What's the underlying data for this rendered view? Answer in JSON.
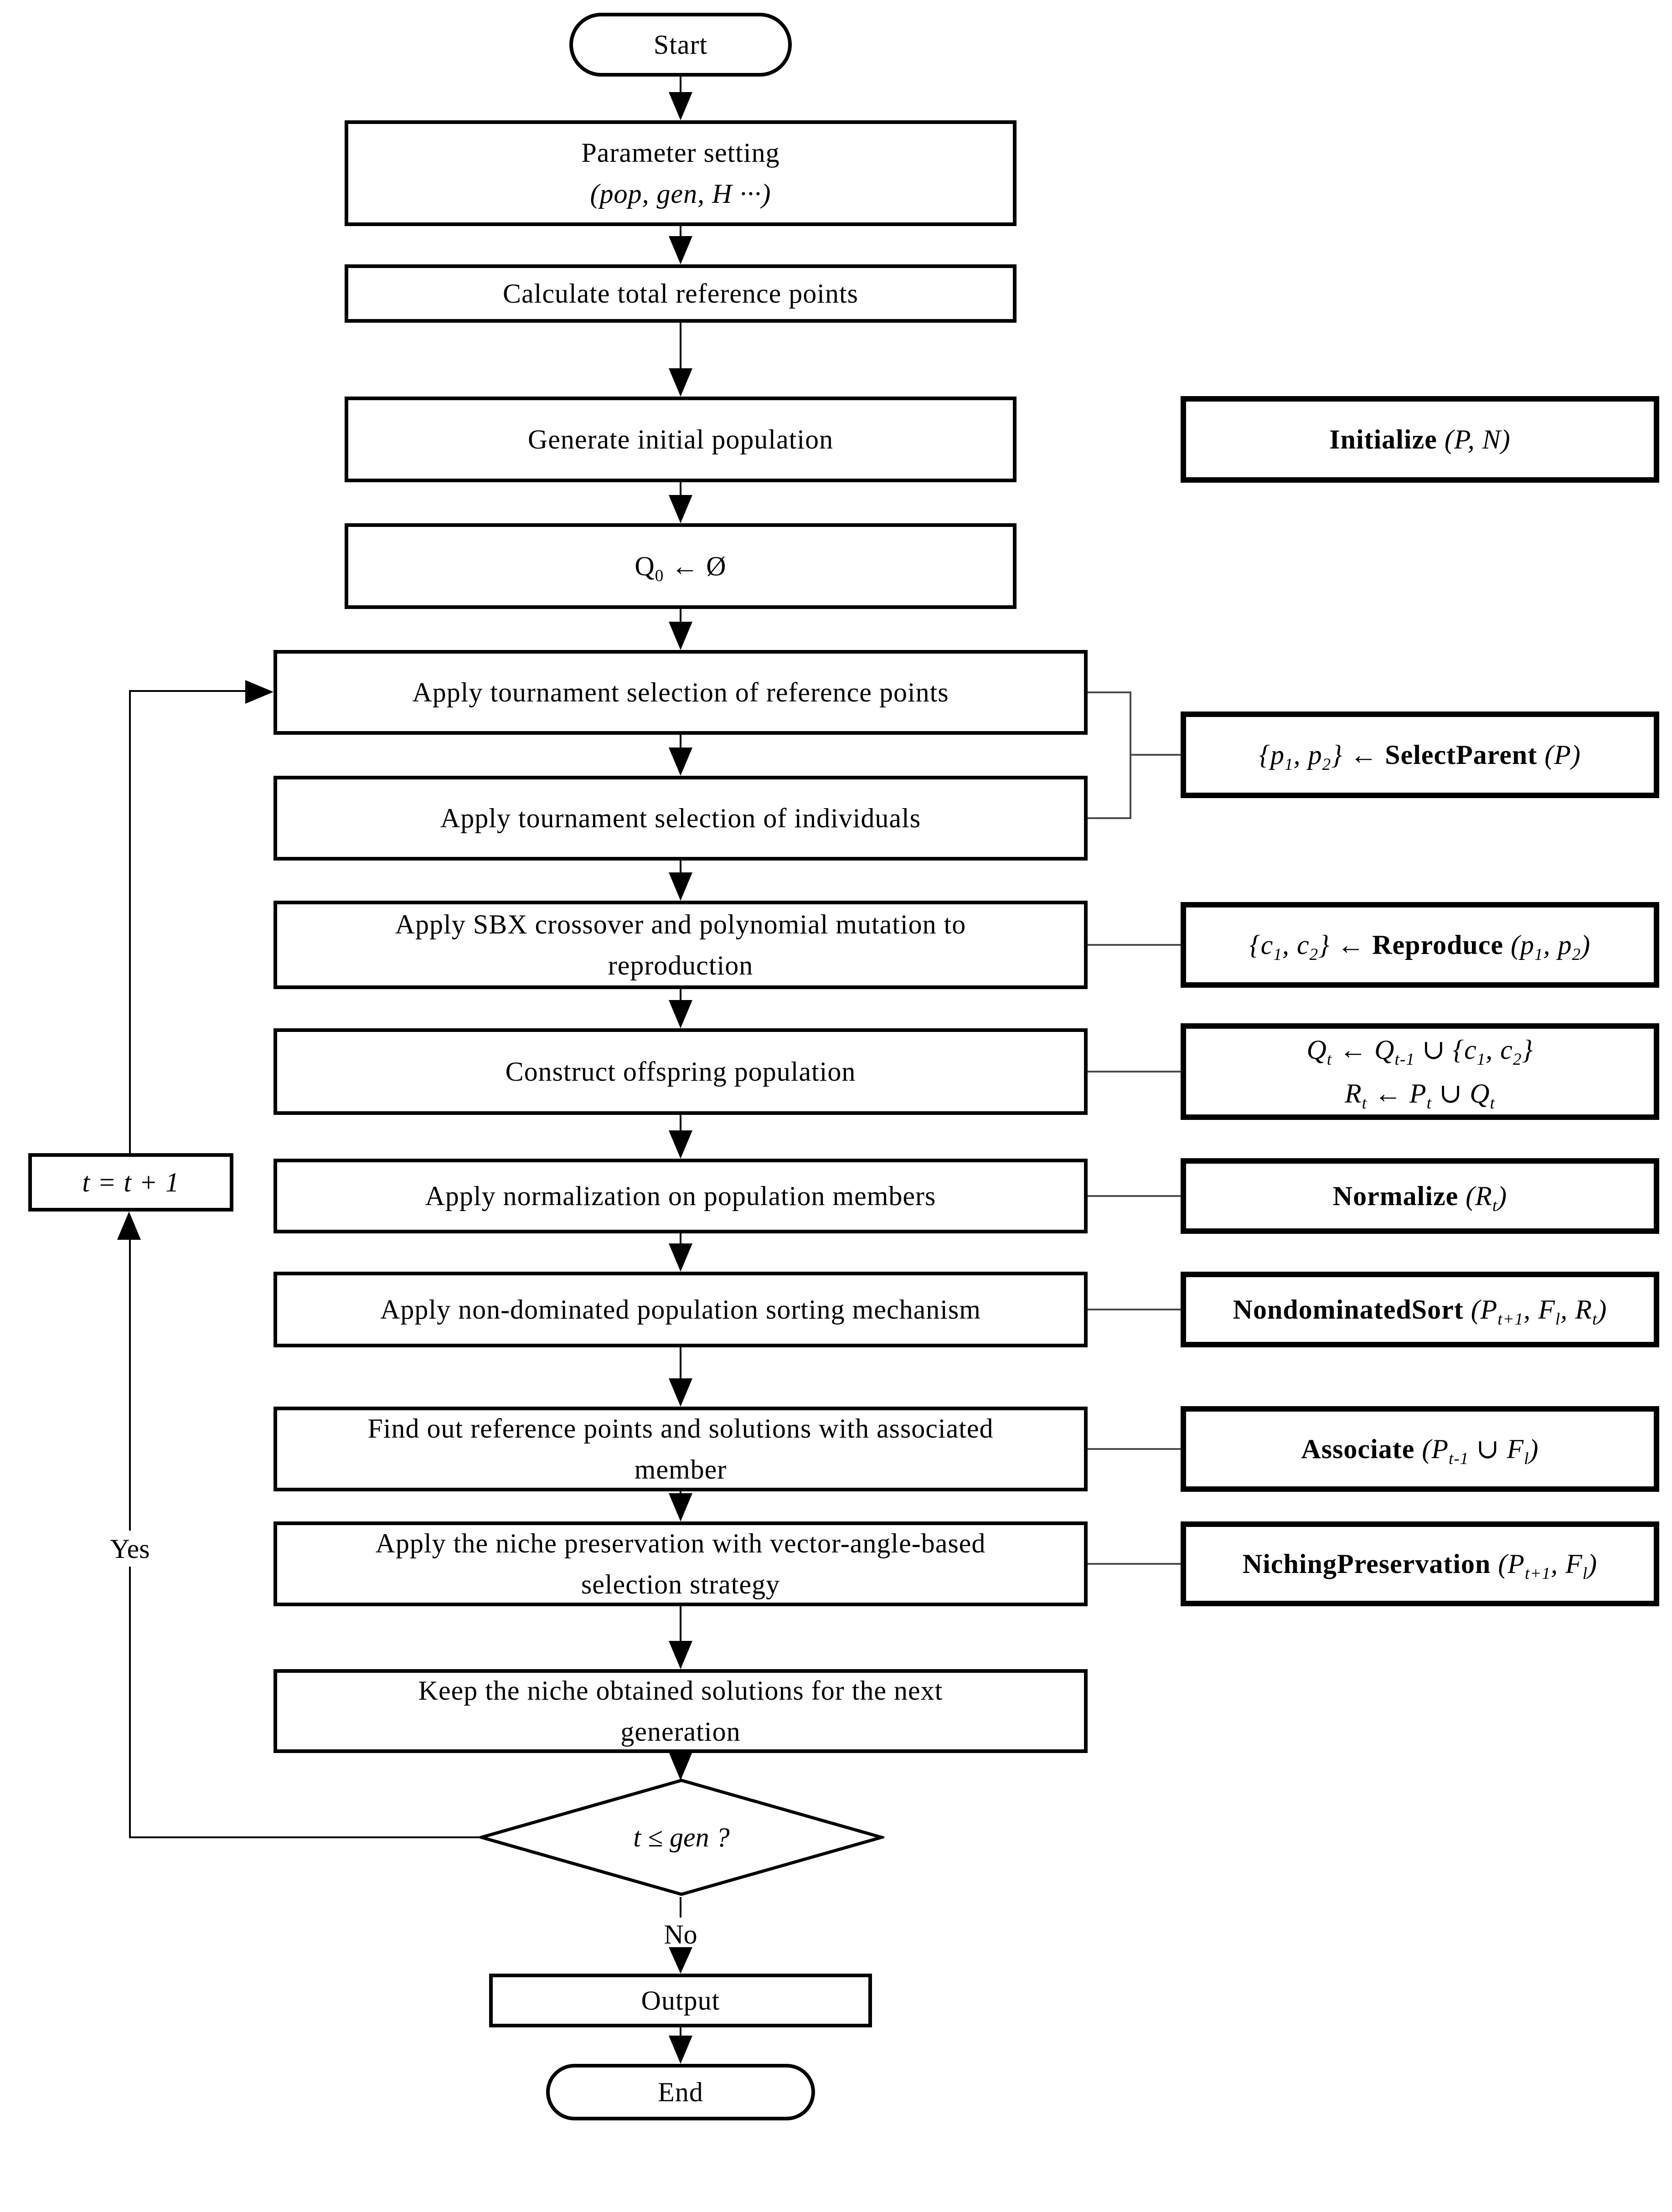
{
  "nodes": {
    "start": "Start",
    "param_line1": "Parameter setting",
    "param_line2": "(pop, gen, H ···)",
    "calc": "Calculate total reference points",
    "generate": "Generate initial population",
    "q0": "Q_{0} ← Ø",
    "tour_ref": "Apply tournament selection of reference points",
    "tour_ind": "Apply tournament selection of individuals",
    "sbx_line1": "Apply SBX crossover and polynomial mutation to",
    "sbx_line2": "reproduction",
    "construct": "Construct offspring population",
    "normalize": "Apply normalization on population members",
    "nds": "Apply non-dominated population sorting mechanism",
    "findout_line1": "Find out reference points and solutions with associated",
    "findout_line2": "member",
    "niche_line1": "Apply the niche preservation with vector-angle-based",
    "niche_line2": "selection strategy",
    "keep_line1": "Keep the niche obtained solutions for the next",
    "keep_line2": "generation",
    "decision": "t ≤ gen ?",
    "t_increment": "t = t + 1",
    "output": "Output",
    "end": "End"
  },
  "labels": {
    "yes": "Yes",
    "no": "No"
  },
  "side_calls": {
    "initialize": {
      "pre": "",
      "name": "Initialize",
      "args": " (P, N)"
    },
    "select_parent": {
      "pre": "{p_{1}, p_{2}} ← ",
      "name": "SelectParent",
      "args": " (P)"
    },
    "reproduce": {
      "pre": "{c_{1}, c_{2}} ← ",
      "name": "Reproduce",
      "args": " (p_{1}, p_{2})"
    },
    "offspring_line1": "Q_{t} ← Q_{t-1} ∪ {c_{1}, c_{2}}",
    "offspring_line2": "R_{t} ← P_{t} ∪ Q_{t}",
    "normalize": {
      "pre": "",
      "name": "Normalize",
      "args": " (R_{t})"
    },
    "nondominated_sort": {
      "pre": "",
      "name": "NondominatedSort",
      "args": " (P_{t+1}, F_{l}, R_{t})"
    },
    "associate": {
      "pre": "",
      "name": "Associate",
      "args": " (P_{t-1} ∪ F_{l})"
    },
    "niching_preservation": {
      "pre": "",
      "name": "NichingPreservation",
      "args": " (P_{t+1}, F_{l})"
    }
  },
  "colors": {
    "ink": "#000000",
    "background": "#ffffff",
    "connector": "#4a4a4a"
  }
}
